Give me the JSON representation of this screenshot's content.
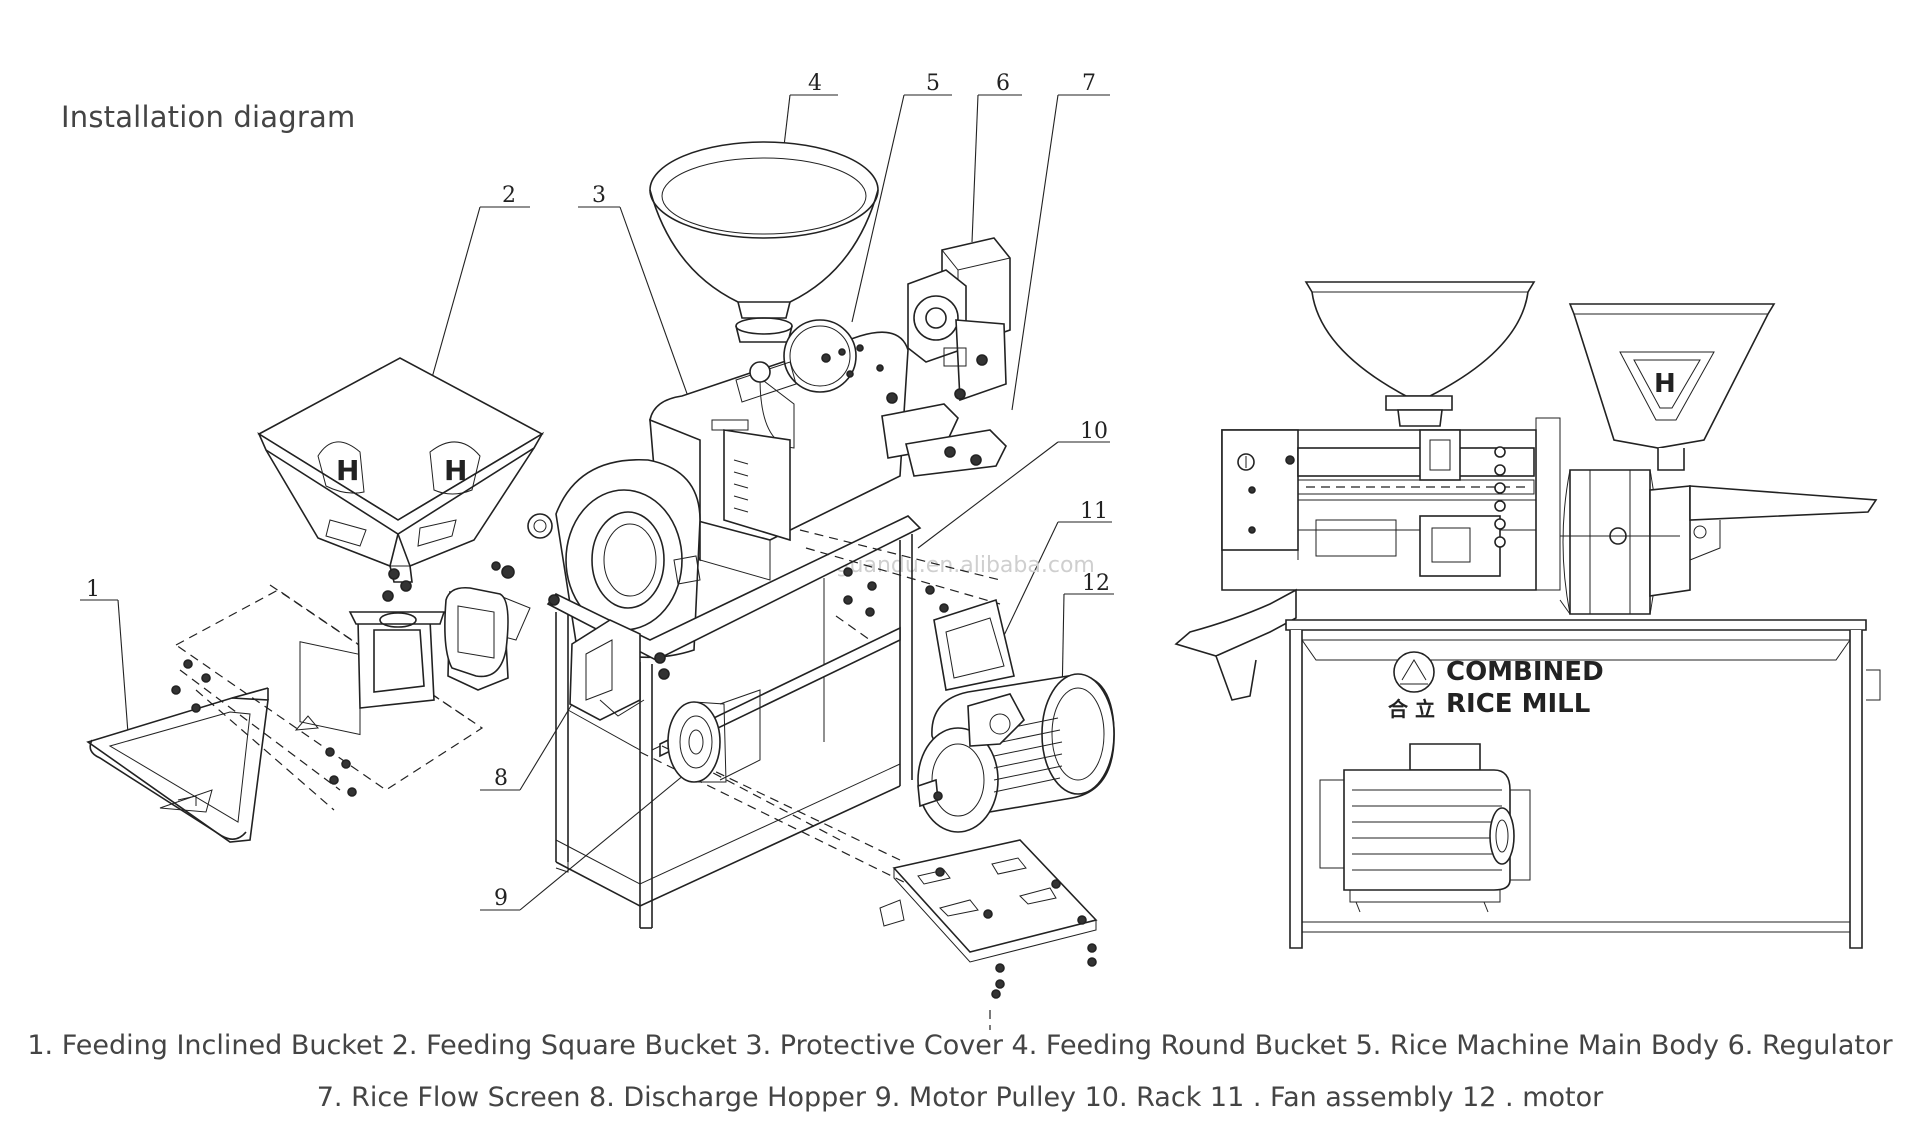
{
  "diagram": {
    "title": "Installation diagram",
    "callouts": [
      "1",
      "2",
      "3",
      "4",
      "5",
      "6",
      "7",
      "8",
      "9",
      "10",
      "11",
      "12"
    ],
    "front_label": {
      "line1": "COMBINED",
      "line2": "RICE  MILL",
      "chinese": "合 立"
    },
    "hopper_mark": "H",
    "watermark": "zguandu.en.alibaba.com"
  },
  "legend": {
    "line1": "1. Feeding Inclined Bucket 2. Feeding Square Bucket 3. Protective Cover 4. Feeding Round Bucket 5. Rice Machine Main Body 6. Regulator",
    "line2": "7. Rice Flow Screen 8. Discharge Hopper 9. Motor Pulley 10. Rack 11 . Fan assembly 12 . motor"
  }
}
